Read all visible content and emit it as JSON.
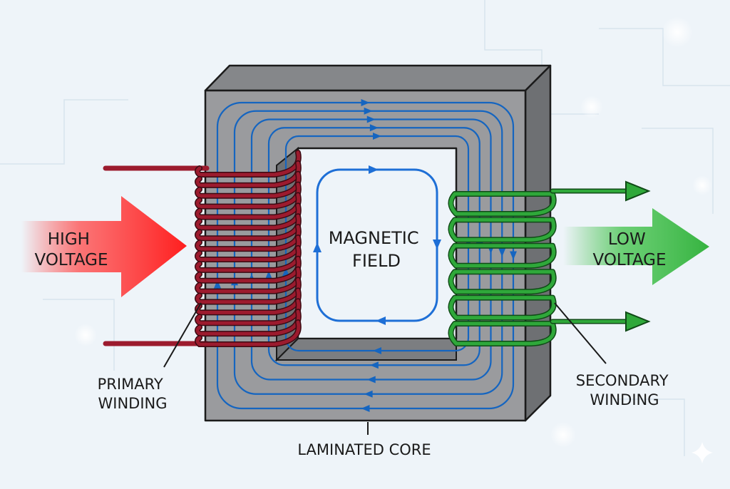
{
  "labels": {
    "high_voltage_line1": "HIGH",
    "high_voltage_line2": "VOLTAGE",
    "low_voltage_line1": "LOW",
    "low_voltage_line2": "VOLTAGE",
    "magnetic_line1": "MAGNETIC",
    "magnetic_line2": "FIELD",
    "primary_line1": "PRIMARY",
    "primary_line2": "WINDING",
    "secondary_line1": "SECONDARY",
    "secondary_line2": "WINDING",
    "core": "LAMINATED CORE"
  },
  "colors": {
    "background": "#eef4f9",
    "core_front": "#9a9b9e",
    "core_top": "#85878a",
    "core_side": "#6e7073",
    "core_outline": "#1b1b1b",
    "flux_line": "#1565c0",
    "field_loop": "#1e6fd6",
    "primary_wire": "#9c1b2e",
    "secondary_wire": "#2fa83a",
    "high_arrow": "#ff2a2a",
    "low_arrow": "#3dbb46",
    "label_text": "#1a1a1a"
  },
  "primary_winding": {
    "turns": 17
  },
  "secondary_winding": {
    "turns": 6
  },
  "flux": {
    "line_count": 5
  }
}
